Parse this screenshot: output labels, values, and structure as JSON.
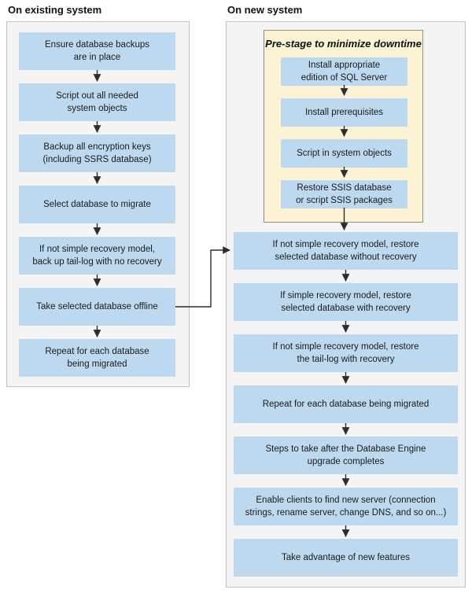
{
  "existing_system": {
    "title": "On existing system",
    "steps": [
      "Ensure database backups\nare in place",
      "Script out all needed\nsystem objects",
      "Backup all encryption keys\n(including SSRS database)",
      "Select database to migrate",
      "If not simple recovery model,\nback up tail-log with no recovery",
      "Take selected database offline",
      "Repeat for each database\nbeing migrated"
    ]
  },
  "new_system": {
    "title": "On new system",
    "prestage": {
      "title": "Pre-stage to minimize downtime",
      "steps": [
        "Install appropriate\nedition of SQL Server",
        "Install prerequisites",
        "Script in system objects",
        "Restore SSIS database\nor script SSIS packages"
      ]
    },
    "steps": [
      "If not simple recovery model, restore\nselected database without recovery",
      "If simple recovery model, restore\nselected database with recovery",
      "If not simple recovery model, restore\nthe tail-log with recovery",
      "Repeat for each database being migrated",
      "Steps to take after the Database Engine\nupgrade completes",
      "Enable clients to find new server (connection\nstrings, rename server, change DNS, and so on...)",
      "Take advantage of new features"
    ]
  },
  "colors": {
    "step_box_blue": "#BDD9F0",
    "panel_gray": "#F4F4F5",
    "panel_border": "#C2C2C2",
    "prestage_yellow": "#FBF3D4",
    "prestage_border": "#8F8F80",
    "arrow": "#2D2D2D",
    "text": "#1B1B1B"
  }
}
